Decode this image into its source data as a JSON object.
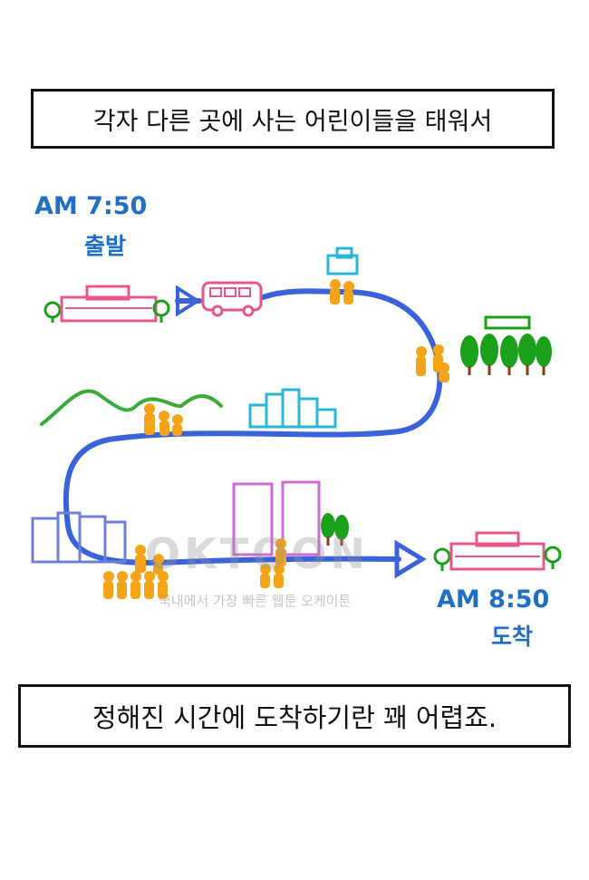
{
  "captions": {
    "top": "각자 다른 곳에 사는 어린이들을 태워서",
    "bottom": "정해진 시간에 도착하기란 꽤 어렵죠."
  },
  "start": {
    "time": "AM 7:50",
    "label": "출발"
  },
  "end": {
    "time": "AM 8:50",
    "label": "도착"
  },
  "watermark": {
    "logo": "OKTOON",
    "tagline": "국내에서 가장 빠른 웹툰 오케이툰"
  },
  "colors": {
    "route": "#3b63d9",
    "school": "#e8578a",
    "children": "#f4a418",
    "trees": "#1aa01a",
    "mountains": "#3aaa3a",
    "city_cyan": "#2ab6d6",
    "apartments_violet": "#cc6ad8",
    "buildings_blue": "#6f7fd8",
    "time_text": "#1f6fc4"
  }
}
